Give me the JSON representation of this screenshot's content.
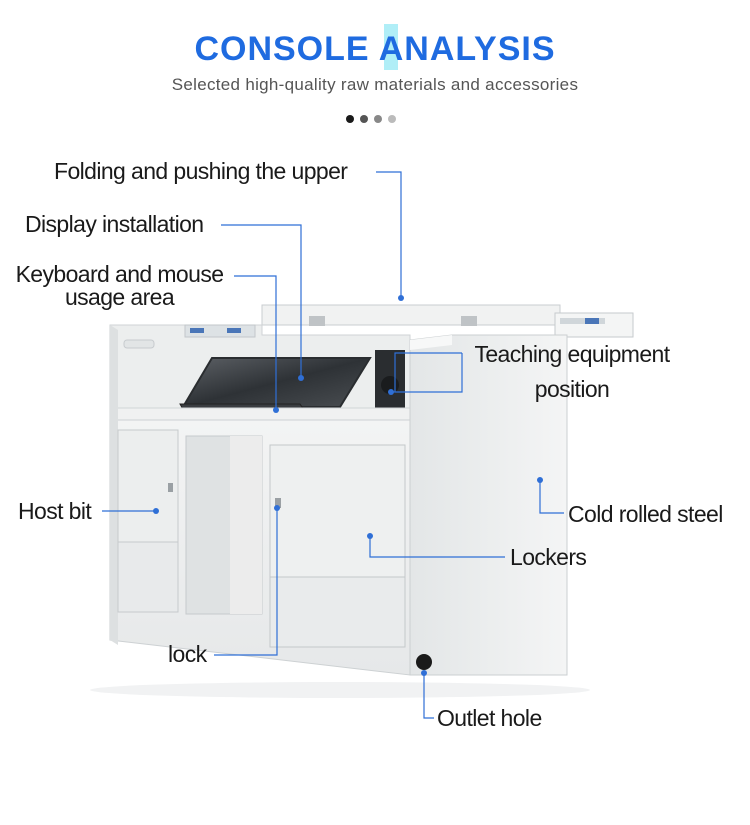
{
  "header": {
    "title": "CONSOLE ANALYSIS",
    "subtitle": "Selected high-quality raw materials and accessories"
  },
  "pager": {
    "dot_colors": [
      "#1a1a1a",
      "#555555",
      "#888888",
      "#bbbbbb"
    ]
  },
  "labels": {
    "folding": "Folding and pushing the upper",
    "display": "Display installation",
    "keyboard_line1": "Keyboard and mouse",
    "keyboard_line2": "usage area",
    "teaching_line1": "Teaching equipment",
    "teaching_line2": "position",
    "host": "Host bit",
    "steel": "Cold rolled steel",
    "lockers": "Lockers",
    "lock": "lock",
    "outlet": "Outlet hole"
  },
  "colors": {
    "accent": "#1f6be0",
    "callout_line": "#2f6fd6",
    "cabinet": "#eef0f0"
  }
}
